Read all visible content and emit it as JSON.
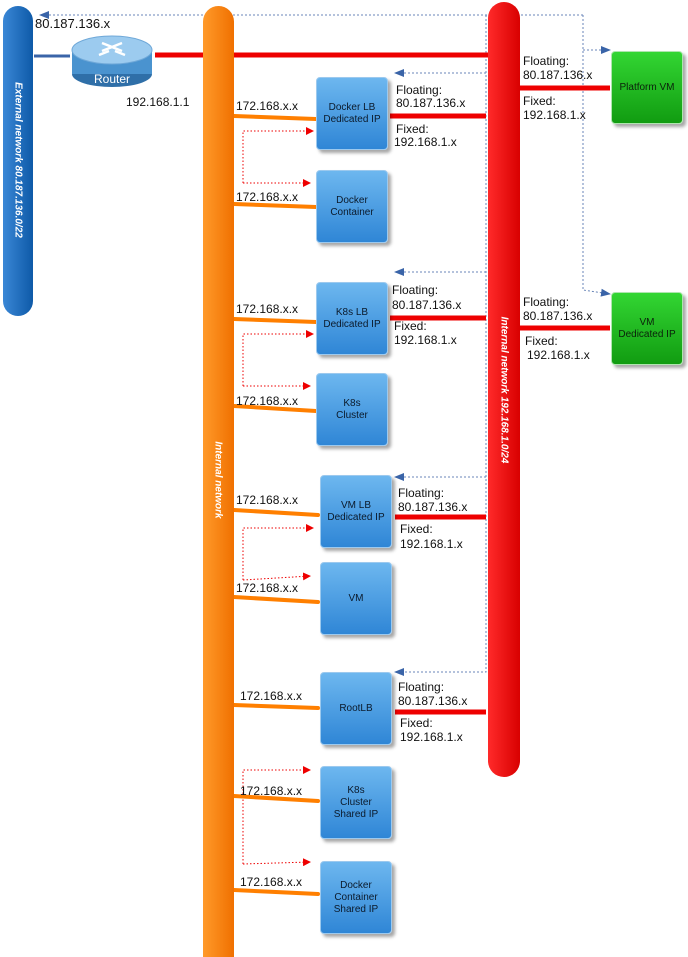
{
  "external_network": {
    "label": "External network 80.187.136.0/22",
    "color": "#1f6fc2"
  },
  "internal_network": {
    "label": "Internal network",
    "color": "#ff7f00"
  },
  "internal_network_192": {
    "label": "Internal network 192.168.1.0/24",
    "color": "#ee0000"
  },
  "router": {
    "label": "Router",
    "ext_ip": "80.187.136.x",
    "int_ip": "192.168.1.1"
  },
  "labels": {
    "internal_ip": "172.168.x.x",
    "floating": "Floating:",
    "floating_ip": "80.187.136.x",
    "fixed": "Fixed:",
    "fixed_ip": "192.168.1.x"
  },
  "boxes": {
    "docker_lb": "Docker LB\nDedicated IP",
    "docker_container": "Docker\nContainer",
    "k8s_lb": "K8s LB\nDedicated IP",
    "k8s_cluster": "K8s\nCluster",
    "vm_lb": "VM LB\nDedicated IP",
    "vm": "VM",
    "root_lb": "RootLB",
    "k8s_shared": "K8s\nCluster\nShared IP",
    "docker_shared": "Docker\nContainer\nShared IP",
    "platform_vm": "Platform VM",
    "vm_dedicated": "VM\nDedicated IP"
  }
}
